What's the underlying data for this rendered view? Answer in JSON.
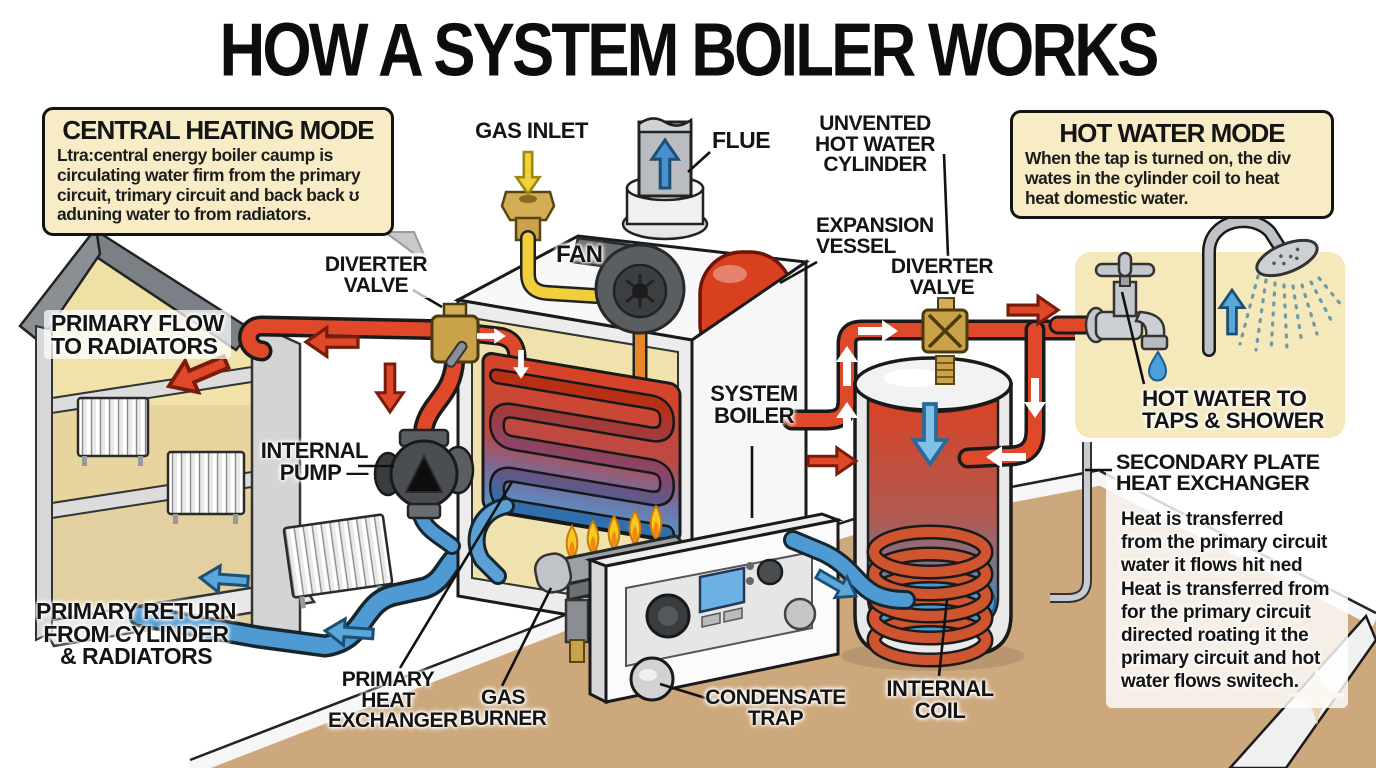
{
  "title": "HOW A SYSTEM BOILER WORKS",
  "boxes": {
    "central_heating": {
      "title": "CENTRAL HEATING MODE",
      "body": "Ltra:central energy boiler caump is\ncirculating water firm from the primary\ncircuit, trimary circuit and back back ʊ\naduning water to from radiators."
    },
    "hot_water": {
      "title": "HOT WATER MODE",
      "body": "When the tap is turned on, the div\nwates in the cylinder coil to heat\nheat domestic water."
    }
  },
  "labels": {
    "gas_inlet": "GAS INLET",
    "flue": "FLUE",
    "fan": "FAN",
    "unvented_cylinder": "UNVENTED\nHOT WATER\nCYLINDER",
    "expansion_vessel": "EXPANSION\nVESSEL",
    "diverter_valve_right": "DIVERTER\nVALVE",
    "diverter_valve_left": "DIVERTER\nVALVE",
    "primary_flow": "PRIMARY FLOW\nTO RADIATORS",
    "internal_pump": "INTERNAL\nPUMP —",
    "system_boiler": "SYSTEM\nBOILER",
    "primary_return": "PRIMARY RETURN\nFROM CYLINDER\n& RADIATORS",
    "primary_heat_exchanger": "PRIMARY\nHEAT\nEXCHANGER",
    "gas_burner": "GAS\nBURNER",
    "condensate_trap": "CONDENSATE\nTRAP",
    "internal_coil": "INTERNAL\nCOIL",
    "hot_water_taps": "HOT WATER TO\nTAPS & SHOWER",
    "secondary_heading": "SECONDARY PLATE\nHEAT EXCHANGER",
    "secondary_body": "Heat is transferred\nfrom the primary circuit\nwater it flows hit ned\nHeat is transferred from\nfor the primary circuit\ndirected roating it the\nprimary circuit and hot\nwater flows switech."
  },
  "colors": {
    "hot_pipe": "#e0482a",
    "cold_pipe": "#4f9ad2",
    "brass": "#c9a24a",
    "info_box_bg": "#f7ecc6",
    "tap_panel_bg": "#f5e8ba",
    "floor_tan": "#cda87c",
    "vessel_red": "#d84020",
    "flame_yellow": "#f6c91f"
  }
}
